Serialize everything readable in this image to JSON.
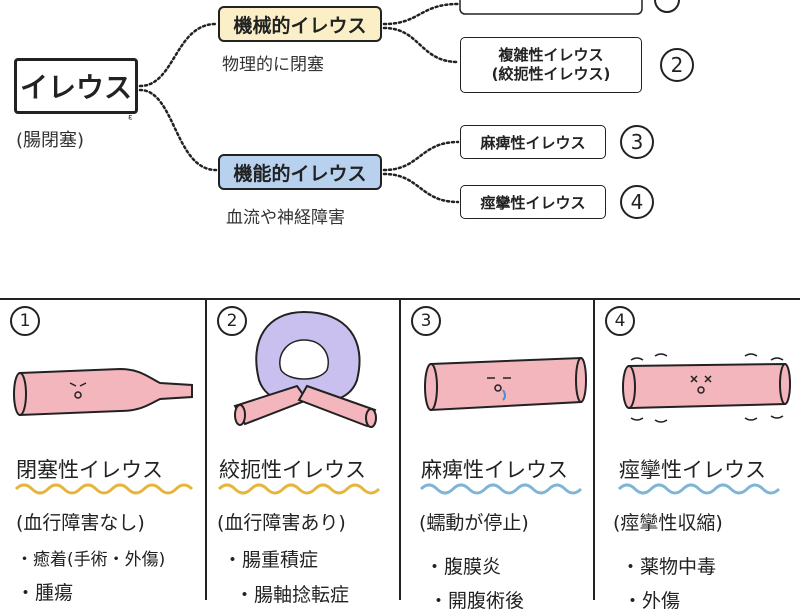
{
  "root": {
    "label": "イレウス",
    "sub": "(腸閉塞)"
  },
  "mechanical": {
    "label": "機械的イレウス",
    "note": "物理的に閉塞"
  },
  "functional": {
    "label": "機能的イレウス",
    "note": "血流や神経障害"
  },
  "leaves": [
    {
      "num": "2",
      "line1": "複雑性イレウス",
      "line2": "(絞扼性イレウス)"
    },
    {
      "num": "3",
      "line1": "麻痺性イレウス"
    },
    {
      "num": "4",
      "line1": "痙攣性イレウス"
    }
  ],
  "panels": [
    {
      "num": "1",
      "title": "閉塞性イレウス",
      "cause": "(血行障害なし)",
      "items": [
        "・癒着(手術・外傷)",
        "・腫瘍"
      ]
    },
    {
      "num": "2",
      "title": "絞扼性イレウス",
      "cause": "(血行障害あり)",
      "items": [
        "・腸重積症",
        "・腸軸捻転症"
      ]
    },
    {
      "num": "3",
      "title": "麻痺性イレウス",
      "cause": "(蠕動が停止)",
      "items": [
        "・腹膜炎",
        "・開腹術後"
      ]
    },
    {
      "num": "4",
      "title": "痙攣性イレウス",
      "cause": "(痙攣性収縮)",
      "items": [
        "・薬物中毒",
        "・外傷"
      ]
    }
  ],
  "colors": {
    "mech_fill": "#fbefc8",
    "func_fill": "#b7d1ee",
    "intestine": "#f4b6bd",
    "knot": "#c9c0f0",
    "wave_yellow": "#e6b63a",
    "wave_blue": "#7fb6d6"
  }
}
